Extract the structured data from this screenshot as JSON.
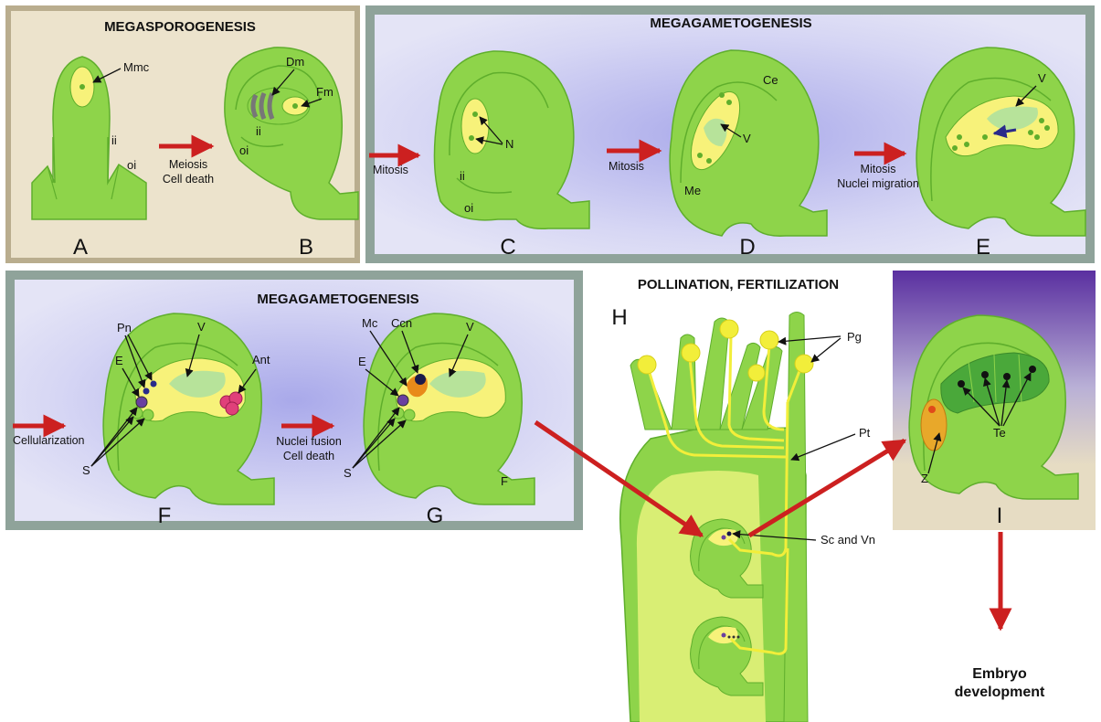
{
  "colors": {
    "tissue": "#8ed44a",
    "tissue_dark": "#5fae2c",
    "sac": "#f7f27a",
    "vacuole": "#b7e39a",
    "arrow_red": "#cc2020",
    "purple": "#6a3fa0",
    "orange": "#e88a1a",
    "pink": "#e0407a",
    "bg_beige": "#e6dcc3",
    "bg_lavender": "#c9c9ef",
    "bg_frame": "#8fa39a"
  },
  "titles": {
    "megasporogenesis": "MEGASPOROGENESIS",
    "megagametogenesis_top": "MEGAGAMETOGENESIS",
    "megagametogenesis_bottom": "MEGAGAMETOGENESIS",
    "pollination": "POLLINATION, FERTILIZATION"
  },
  "panels": {
    "A": "A",
    "B": "B",
    "C": "C",
    "D": "D",
    "E": "E",
    "F": "F",
    "G": "G",
    "H": "H",
    "I": "I"
  },
  "labels": {
    "mmc": "Mmc",
    "ii_a": "ii",
    "oi_a": "oi",
    "dm": "Dm",
    "fm": "Fm",
    "ii_b": "ii",
    "oi_b": "oi",
    "n": "N",
    "ii_c": "ii",
    "oi_c": "oi",
    "ce": "Ce",
    "v_d": "V",
    "me": "Me",
    "v_e": "V",
    "pn": "Pn",
    "e_f": "E",
    "v_f": "V",
    "ant": "Ant",
    "s_f": "S",
    "mc": "Mc",
    "ccn": "Ccn",
    "e_g": "E",
    "v_g": "V",
    "s_g": "S",
    "f_g": "F",
    "pg": "Pg",
    "pt": "Pt",
    "scvn": "Sc and Vn",
    "te": "Te",
    "z": "Z"
  },
  "steps": {
    "meiosis_line1": "Meiosis",
    "meiosis_line2": "Cell death",
    "mitosis_c": "Mitosis",
    "mitosis_d": "Mitosis",
    "mitosis_e_line1": "Mitosis",
    "mitosis_e_line2": "Nuclei migration",
    "cellularization": "Cellularization",
    "fusion_line1": "Nuclei fusion",
    "fusion_line2": "Cell death"
  },
  "embryo": {
    "line1": "Embryo",
    "line2": "development"
  }
}
